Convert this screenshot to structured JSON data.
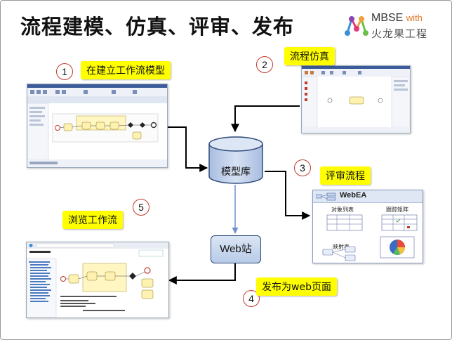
{
  "title": "流程建模、仿真、评审、发布",
  "logo": {
    "name_en": "MBSE",
    "with": "with",
    "name_cn": "火龙果工程"
  },
  "steps": [
    {
      "number": "1",
      "label": "在建立工作流模型"
    },
    {
      "number": "2",
      "label": "流程仿真"
    },
    {
      "number": "3",
      "label": "评审流程"
    },
    {
      "number": "4",
      "label": "发布为web页面"
    },
    {
      "number": "5",
      "label": "浏览工作流"
    }
  ],
  "nodes": {
    "repository": "模型库",
    "web_site": "Web站"
  },
  "webea": {
    "title": "WebEA",
    "object_list": "对象列表",
    "trace_matrix": "跟踪矩阵",
    "mapping_table": "映射表"
  },
  "colors": {
    "callout": "#ffff00",
    "step_circle": "#c0392b",
    "arrow": "#000000",
    "link_arrow": "#6f8fd0"
  }
}
